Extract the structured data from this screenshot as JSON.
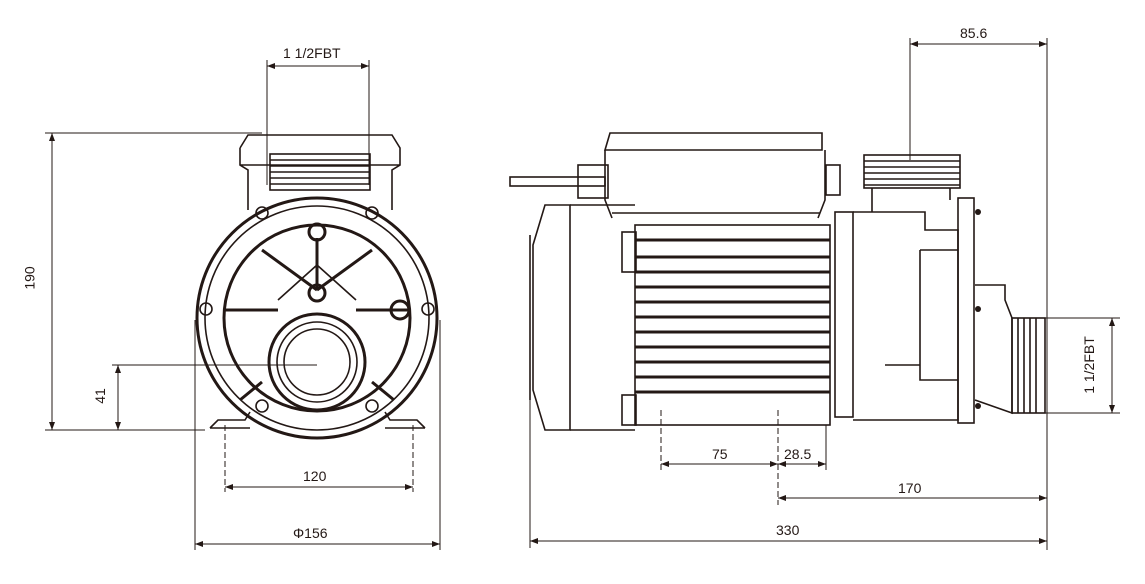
{
  "front_view": {
    "inlet_label": "1 1/2FBT",
    "height": "190",
    "outlet_height": "41",
    "foot_spacing": "120",
    "diameter": "Φ156"
  },
  "side_view": {
    "inlet_offset": "85.6",
    "mount_spacing": "75",
    "mount_offset": "28.5",
    "outlet_to_mount": "170",
    "overall_length": "330",
    "outlet_label": "1 1/2FBT"
  },
  "colors": {
    "line": "#231815",
    "background": "#ffffff"
  }
}
